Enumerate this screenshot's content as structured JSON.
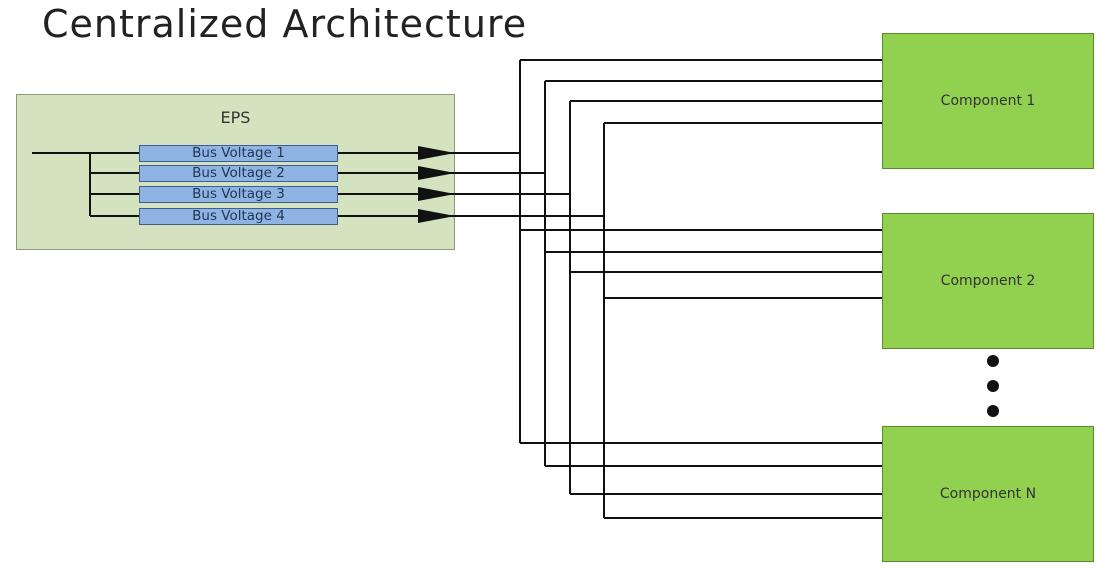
{
  "title": "Centralized Architecture",
  "eps": {
    "label": "EPS",
    "buses": [
      "Bus Voltage 1",
      "Bus Voltage 2",
      "Bus Voltage 3",
      "Bus Voltage 4"
    ]
  },
  "components": [
    "Component 1",
    "Component 2",
    "Component N"
  ],
  "colors": {
    "eps_fill": "#d5e2bf",
    "bus_fill": "#8fb4e3",
    "component_fill": "#92d050",
    "wire": "#111111"
  }
}
